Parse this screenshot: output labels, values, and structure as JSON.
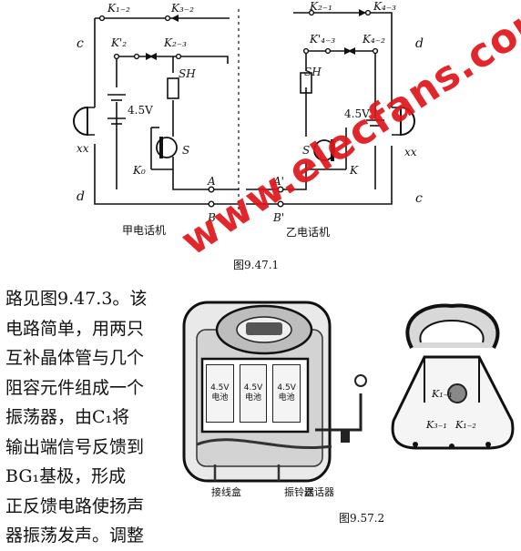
{
  "circuit": {
    "switch_labels": [
      "K₁₋₂",
      "K₃₋₂",
      "K₂₋₁",
      "K₄₋₃",
      "K'₂",
      "K₂₋₃",
      "K'₄₋₃",
      "K₄₋₂"
    ],
    "side_labels": {
      "c_left": "c",
      "d_left": "d",
      "d_right": "d",
      "c_right": "c"
    },
    "left_phone": {
      "hook": "SH",
      "battery": "4.5V",
      "switch": "S",
      "key": "K₀",
      "earpiece": "xx",
      "terminal_a": "A",
      "terminal_b": "B",
      "caption": "甲电话机"
    },
    "right_phone": {
      "hook": "SH",
      "battery": "4.5V",
      "switch": "S",
      "key": "K",
      "earpiece": "xx",
      "terminal_a": "A'",
      "terminal_b": "B'",
      "caption": "乙电话机"
    },
    "figure_caption": "图9.47.1"
  },
  "body_lines": [
    "路见图9.47.3。该",
    "电路简单，用两只",
    "互补晶体管与几个",
    "阻容元件组成一个",
    "振荡器，由C₁将",
    "输出端信号反馈到",
    "BG₁基极，形成",
    "正反馈电路使扬声",
    "器振荡发声。调整"
  ],
  "photo": {
    "batteries": [
      "4.5V 电池",
      "4.5V 电池",
      "4.5V 电池"
    ],
    "labels": {
      "handset": "送话器",
      "ringer": "振铃器",
      "terminal": "接线盒"
    },
    "switch_labels": [
      "K₁₋₁",
      "K₃₋₁",
      "K₁₋₂"
    ],
    "caption": "图9.57.2"
  },
  "watermark": "www.elecfans.com"
}
